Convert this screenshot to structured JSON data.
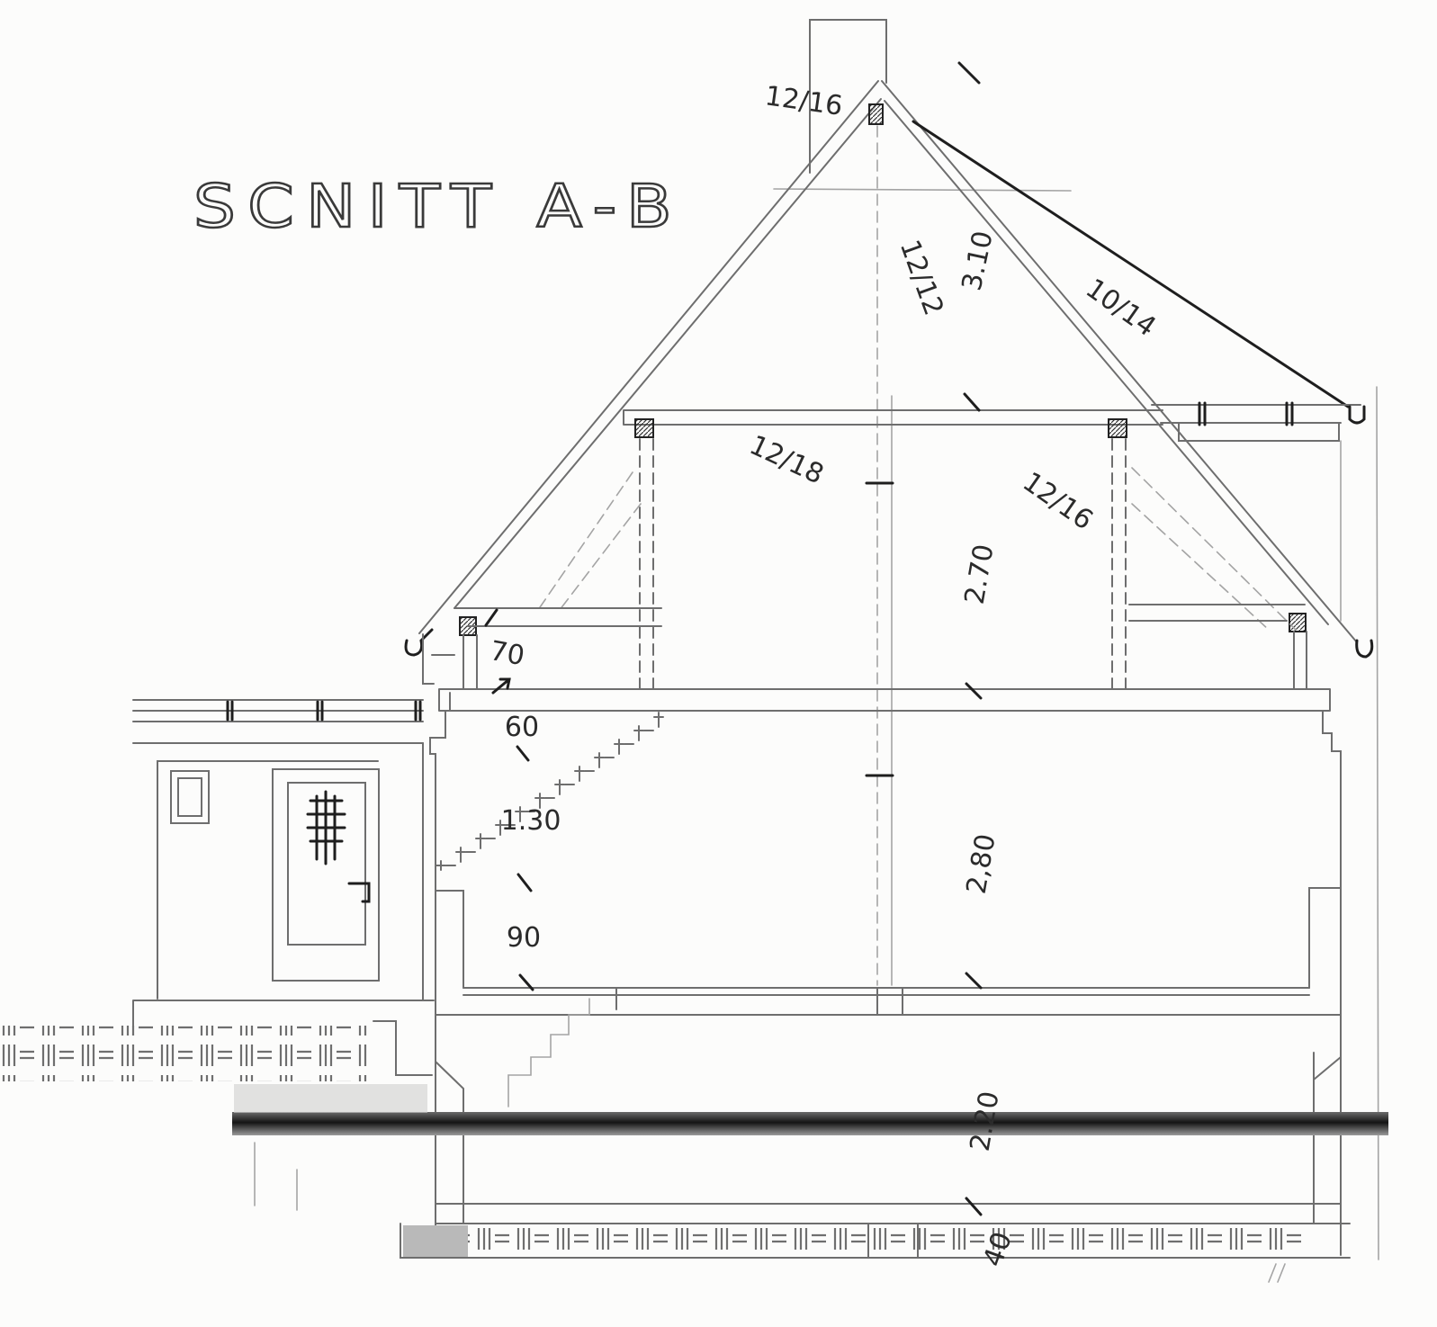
{
  "title": "SCNITT A-B",
  "labels": {
    "timber_top": "12/16",
    "king_post": "12/12",
    "ridge_height": "3.10",
    "rafter": "10/14",
    "collar_beam": "12/18",
    "purlin_right": "12/16",
    "attic_height": "2.70",
    "knee_wall": "70",
    "stair_landing": "60",
    "stair_rise": "1.30",
    "floor_height": "2,80",
    "parapet": "90",
    "basement_height": "2.20",
    "foundation": "40"
  }
}
